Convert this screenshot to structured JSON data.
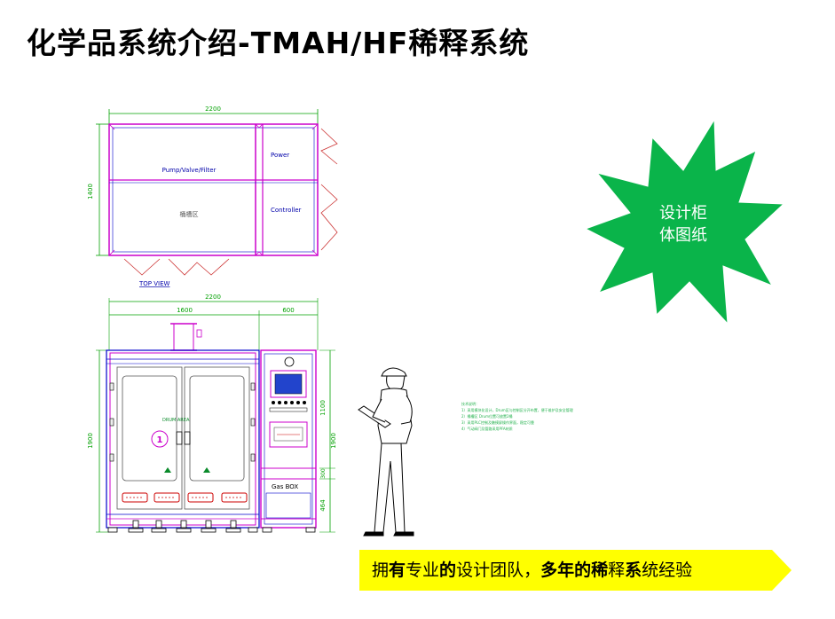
{
  "title": "化学品系统介绍-TMAH/HF稀释系统",
  "top_view": {
    "width_dim": "2200",
    "height_dim": "1400",
    "label_pump": "Pump/Valve/Filter",
    "label_tank": "桶槽区",
    "label_power": "Power",
    "label_controller": "Controller",
    "view_label": "TOP VIEW"
  },
  "front_view": {
    "width_dim": "2200",
    "dim_left": "1600",
    "dim_right": "600",
    "height_dim": "1900",
    "dim_right_h1": "1100",
    "dim_right_h2": "1900",
    "dim_right_h3": "300",
    "dim_right_h4": "464",
    "drum_label": "DRUM AREA",
    "circle_number": "1",
    "gas_box_label": "Gas BOX"
  },
  "notes": {
    "heading": "技术说明：",
    "lines": [
      "1）采用模块化设计，Drum区与控制区分开布置，便于维护及安全管理",
      "2）桶槽区 Drum位置可放置2桶",
      "3）采用PLC控制及触摸屏操作界面，稳定可靠",
      "4）气动阀门及管路采用PFA材质"
    ]
  },
  "callout": {
    "line1": "设计柜",
    "line2": "体图纸",
    "color": "#0ab44a"
  },
  "banner": {
    "part1": "拥",
    "part2": "有",
    "part3": "专业",
    "part4": "的",
    "part5": "设计团队，",
    "part6": "多年的",
    "part7": "稀",
    "part8": "释",
    "part9": "系",
    "part10": "统经验",
    "color": "#ffff00"
  }
}
